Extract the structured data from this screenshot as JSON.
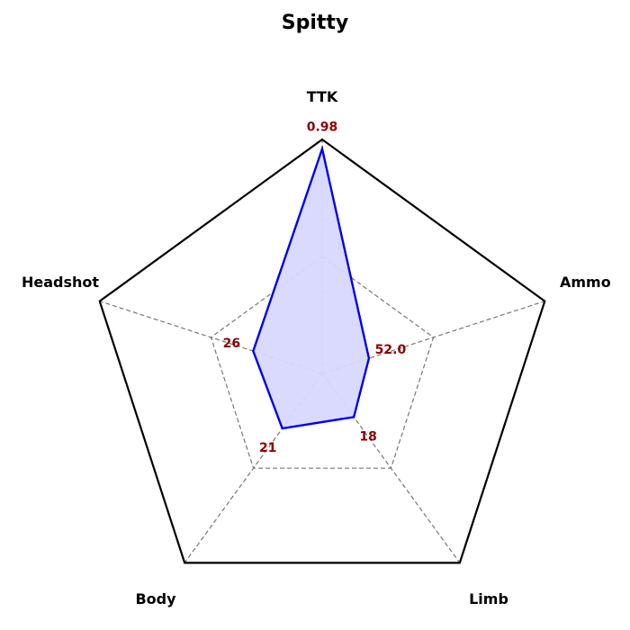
{
  "chart_data": {
    "type": "radar",
    "title": "Spitty",
    "axes": [
      "TTK",
      "Ammo",
      "Limb",
      "Body",
      "Headshot"
    ],
    "value_labels": [
      "0.98",
      "52.0",
      "18",
      "21",
      "26"
    ],
    "normalized_values": [
      0.96,
      0.21,
      0.23,
      0.29,
      0.31
    ],
    "rings": [
      0.5,
      1.0
    ],
    "grid": true,
    "series": [
      {
        "values": [
          0.96,
          0.21,
          0.23,
          0.29,
          0.31
        ]
      }
    ],
    "colors": {
      "fill": "#d8d8ff",
      "line": "#0000ee",
      "outer": "#000000",
      "grid": "#777777",
      "value_label": "#8b0000"
    }
  }
}
